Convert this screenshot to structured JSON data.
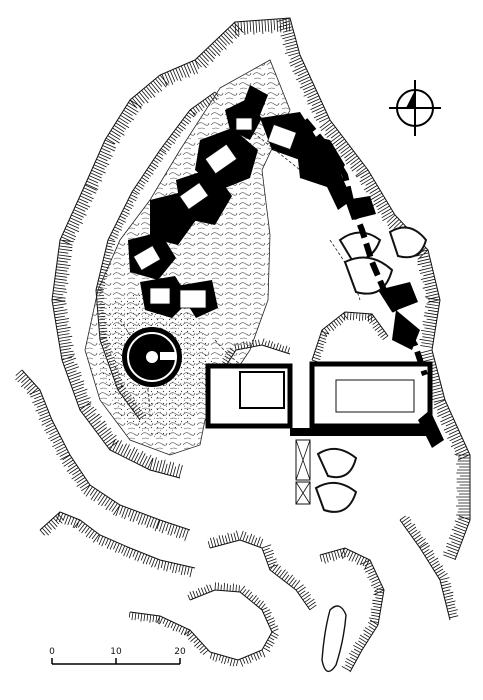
{
  "plan": {
    "ink": "#111111",
    "paper": "#ffffff",
    "wall_fill": "#000000",
    "scale_bar": {
      "ticks": [
        "0",
        "10",
        "20"
      ]
    },
    "compass": {
      "icon": "compass-rose-icon"
    }
  }
}
